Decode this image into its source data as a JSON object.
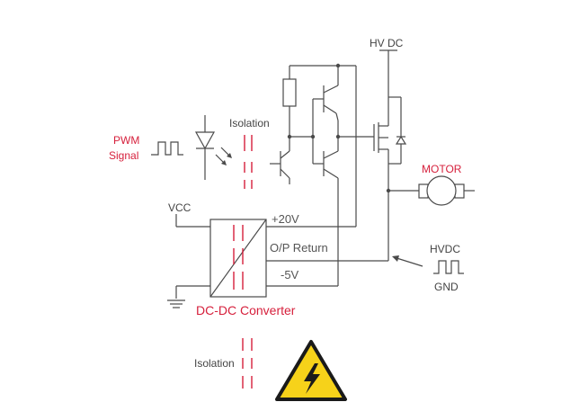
{
  "labels": {
    "hv_dc": "HV DC",
    "isolation_top": "Isolation",
    "pwm_line1": "PWM",
    "pwm_line2": "Signal",
    "motor": "MOTOR",
    "vcc": "VCC",
    "plus20v": "+20V",
    "op_return": "O/P Return",
    "minus5v": "-5V",
    "dcdc": "DC-DC Converter",
    "hvdc": "HVDC",
    "gnd": "GND",
    "isolation_bottom": "Isolation"
  },
  "colors": {
    "accent_red": "#d6203c",
    "wire": "#4a4a4a",
    "warning_yellow": "#f6d21a",
    "warning_border": "#1a1a1a"
  },
  "icons": {
    "pwm": "square-wave-icon",
    "led": "led-emitter-icon",
    "motor": "motor-icon",
    "hvdc_wave": "square-wave-icon",
    "ground": "ground-icon",
    "warning": "high-voltage-warning-icon"
  }
}
